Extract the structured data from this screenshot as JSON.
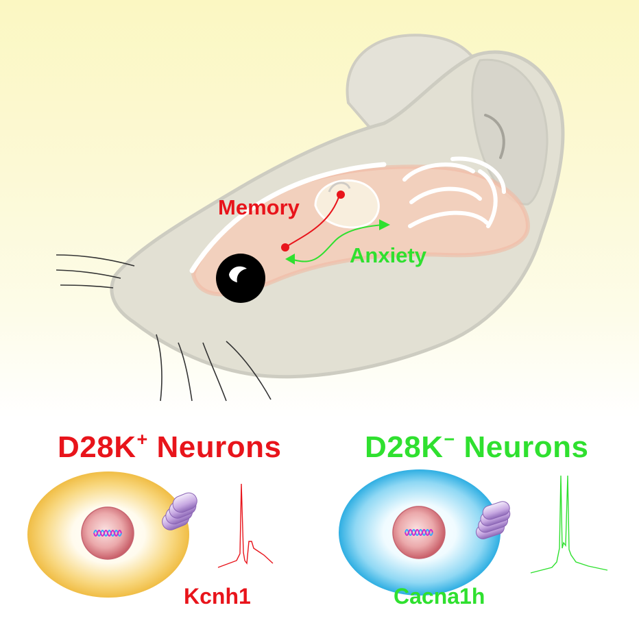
{
  "labels": {
    "memory": "Memory",
    "anxiety": "Anxiety"
  },
  "panels": {
    "positive": {
      "title": "D28K",
      "sign": "+",
      "suffix": "Neurons",
      "gene": "Kcnh1",
      "color": "#e8141b"
    },
    "negative": {
      "title": "D28K",
      "sign": "−",
      "suffix": "Neurons",
      "gene": "Cacna1h",
      "color": "#2fe02f"
    }
  },
  "colors": {
    "memory": "#e8141b",
    "anxiety": "#2fe02f",
    "head": "#e2e0d3",
    "brain": "#f6d5c0",
    "cell_positive": "#f2c453",
    "cell_negative": "#39b6e6",
    "nucleus": "#d9797e",
    "channel": "#b48fd0"
  },
  "icons": [
    "mouse-head-illustration",
    "brain-outline",
    "eye-icon",
    "whiskers",
    "neuron-cell-icon",
    "ion-channel-icon",
    "dna-helix-icon",
    "action-potential-trace"
  ]
}
